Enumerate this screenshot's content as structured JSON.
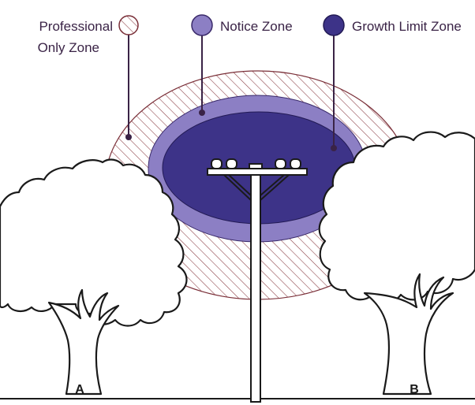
{
  "legend": {
    "professional_line1": "Professional",
    "professional_line2": "Only Zone",
    "notice": "Notice Zone",
    "growth_limit": "Growth Limit Zone"
  },
  "trees": {
    "left_label": "A",
    "right_label": "B"
  },
  "colors": {
    "hatch": "#8a3b42",
    "notice_fill": "#8c7fc4",
    "growth_fill": "#3d3388",
    "outline": "#1a1a1a",
    "leader": "#3a2346"
  }
}
